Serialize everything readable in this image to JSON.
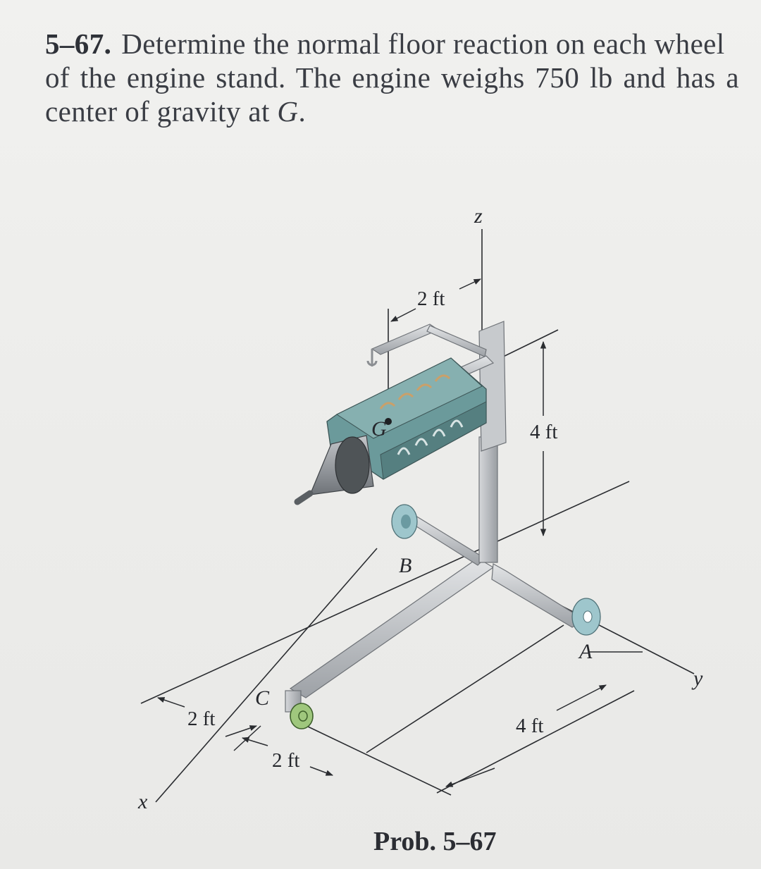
{
  "problem": {
    "number": "5–67.",
    "line1_rest": "Determine the normal floor reaction on each wheel",
    "line2": "of the engine stand. The engine weighs 750 lb and has a",
    "line3_prefix": "center of gravity at ",
    "line3_var": "G",
    "line3_suffix": "."
  },
  "figure": {
    "axis_z": "z",
    "axis_y": "y",
    "axis_x": "x",
    "label_G": "G",
    "label_A": "A",
    "label_B": "B",
    "label_C": "C",
    "dim_top": "2 ft",
    "dim_height": "4 ft",
    "dim_left": "2 ft",
    "dim_bottom_left": "2 ft",
    "dim_bottom_right": "4 ft"
  },
  "caption": "Prob. 5–67",
  "colors": {
    "text": "#3a3d44",
    "engine": "#6f9fa0",
    "frame": "#b9bcc0",
    "wheel": "#8fc3cc"
  }
}
